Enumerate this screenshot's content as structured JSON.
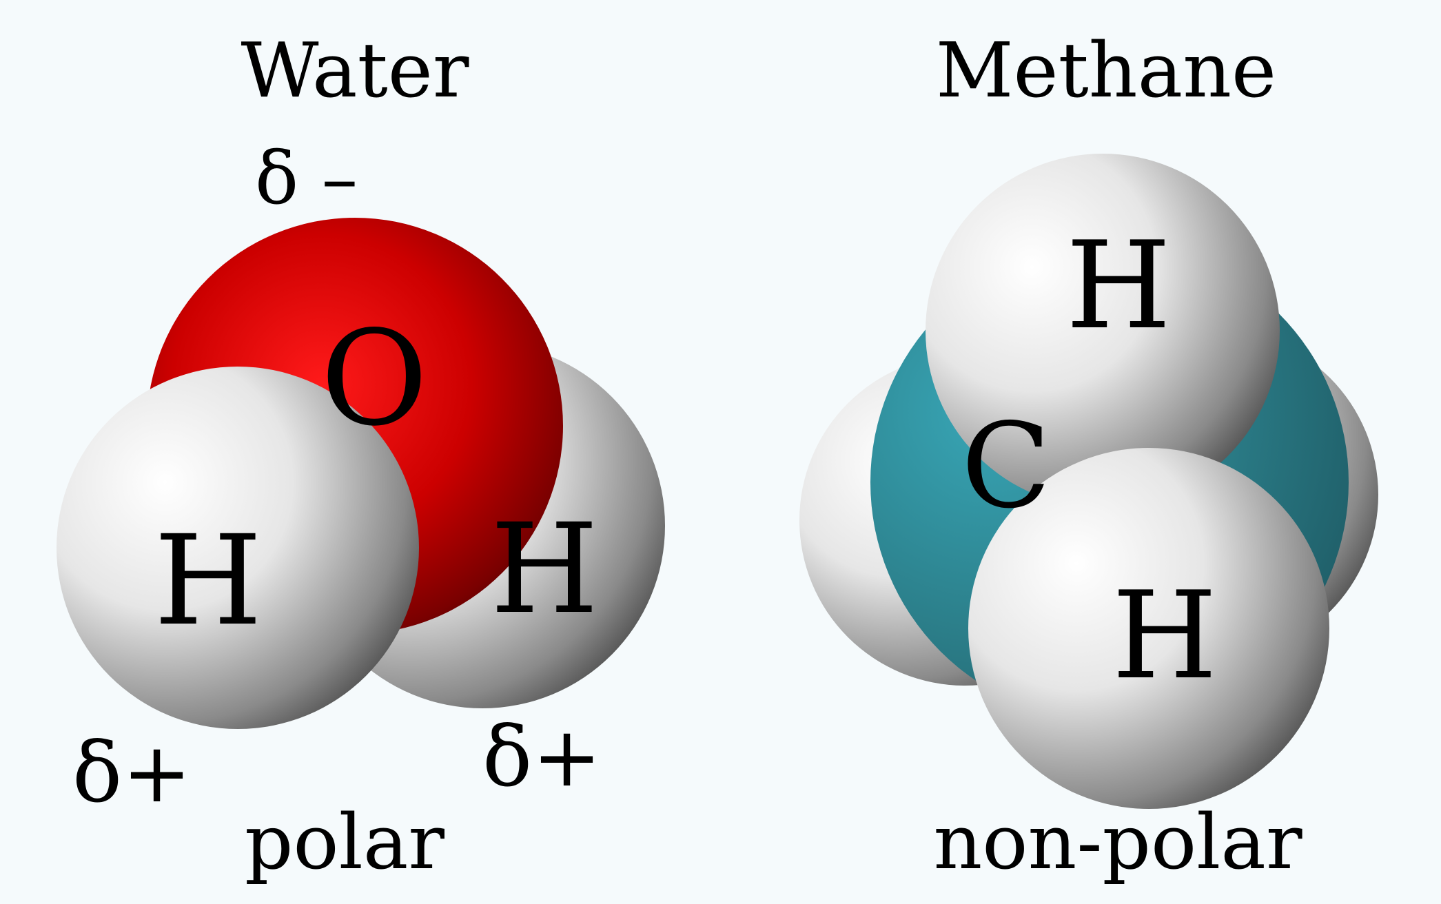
{
  "water": {
    "title": "Water",
    "caption": "polar",
    "atoms": {
      "oxygen": "O",
      "hydrogen_left": "H",
      "hydrogen_right": "H"
    },
    "charges": {
      "oxygen": "δ –",
      "hydrogen_left": "δ+",
      "hydrogen_right": "δ+"
    }
  },
  "methane": {
    "title": "Methane",
    "caption": "non-polar",
    "atoms": {
      "carbon": "C",
      "hydrogen_top": "H",
      "hydrogen_front": "H"
    }
  },
  "colors": {
    "background": "#f5fafc",
    "oxygen": "#e00000",
    "hydrogen": "#ffffff",
    "carbon": "#2f8fa0",
    "text": "#000000"
  }
}
